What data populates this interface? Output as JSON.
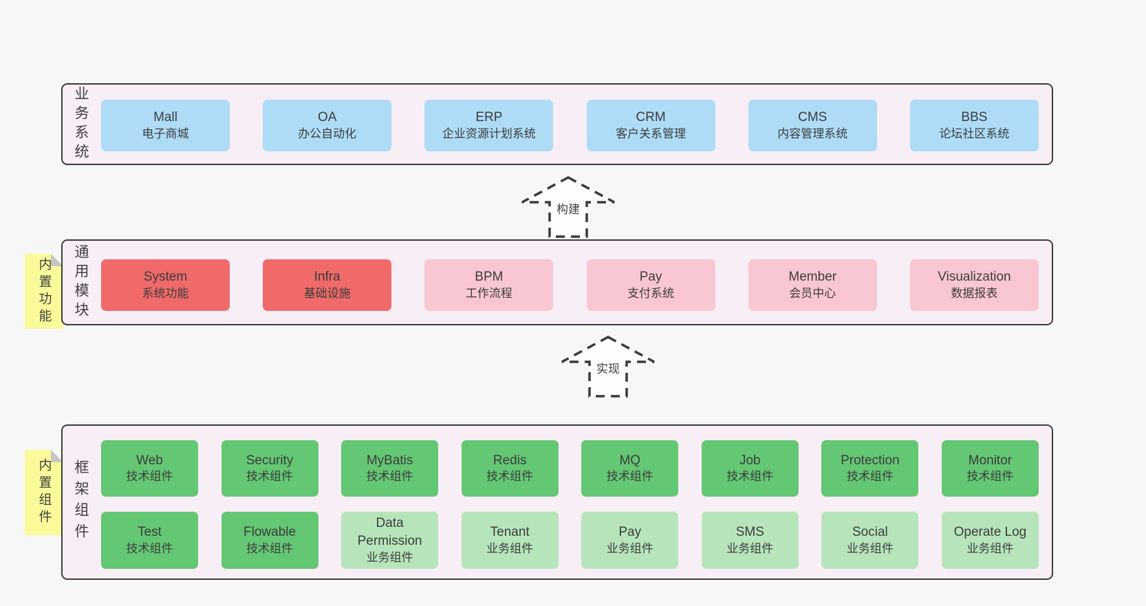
{
  "diagram": {
    "sections": {
      "business": {
        "label": "业务系统",
        "boxes": [
          {
            "name": "Mall",
            "desc": "电子商城"
          },
          {
            "name": "OA",
            "desc": "办公自动化"
          },
          {
            "name": "ERP",
            "desc": "企业资源计划系统"
          },
          {
            "name": "CRM",
            "desc": "客户关系管理"
          },
          {
            "name": "CMS",
            "desc": "内容管理系统"
          },
          {
            "name": "BBS",
            "desc": "论坛社区系统"
          }
        ]
      },
      "modules": {
        "label": "通用模块",
        "sticky": "内置功能",
        "boxes": [
          {
            "name": "System",
            "desc": "系统功能",
            "variant": "red"
          },
          {
            "name": "Infra",
            "desc": "基础设施",
            "variant": "red"
          },
          {
            "name": "BPM",
            "desc": "工作流程",
            "variant": "pink"
          },
          {
            "name": "Pay",
            "desc": "支付系统",
            "variant": "pink"
          },
          {
            "name": "Member",
            "desc": "会员中心",
            "variant": "pink"
          },
          {
            "name": "Visualization",
            "desc": "数据报表",
            "variant": "pink"
          }
        ]
      },
      "components": {
        "label": "框架组件",
        "sticky": "内置组件",
        "row1": [
          {
            "name": "Web",
            "desc": "技术组件",
            "variant": "green"
          },
          {
            "name": "Security",
            "desc": "技术组件",
            "variant": "green"
          },
          {
            "name": "MyBatis",
            "desc": "技术组件",
            "variant": "green"
          },
          {
            "name": "Redis",
            "desc": "技术组件",
            "variant": "green"
          },
          {
            "name": "MQ",
            "desc": "技术组件",
            "variant": "green"
          },
          {
            "name": "Job",
            "desc": "技术组件",
            "variant": "green"
          },
          {
            "name": "Protection",
            "desc": "技术组件",
            "variant": "green"
          },
          {
            "name": "Monitor",
            "desc": "技术组件",
            "variant": "green"
          }
        ],
        "row2": [
          {
            "name": "Test",
            "desc": "技术组件",
            "variant": "green"
          },
          {
            "name": "Flowable",
            "desc": "技术组件",
            "variant": "green"
          },
          {
            "name": "Data Permission",
            "desc": "业务组件",
            "variant": "lightgreen"
          },
          {
            "name": "Tenant",
            "desc": "业务组件",
            "variant": "lightgreen"
          },
          {
            "name": "Pay",
            "desc": "业务组件",
            "variant": "lightgreen"
          },
          {
            "name": "SMS",
            "desc": "业务组件",
            "variant": "lightgreen"
          },
          {
            "name": "Social",
            "desc": "业务组件",
            "variant": "lightgreen"
          },
          {
            "name": "Operate Log",
            "desc": "业务组件",
            "variant": "lightgreen"
          }
        ]
      }
    },
    "arrows": {
      "build": "构建",
      "implement": "实现"
    },
    "colors": {
      "page_bg": "#f7f7f7",
      "container_bg": "#f8eef6",
      "container_border": "#3b3b3b",
      "blue": "#aedcf7",
      "red": "#f06a6a",
      "pink": "#f9c7d1",
      "green": "#64c773",
      "light_green": "#b7e5bb",
      "sticky_yellow": "#fafa9b",
      "sticky_fold": "#c6c6c6",
      "text": "#3c3c3c"
    }
  }
}
